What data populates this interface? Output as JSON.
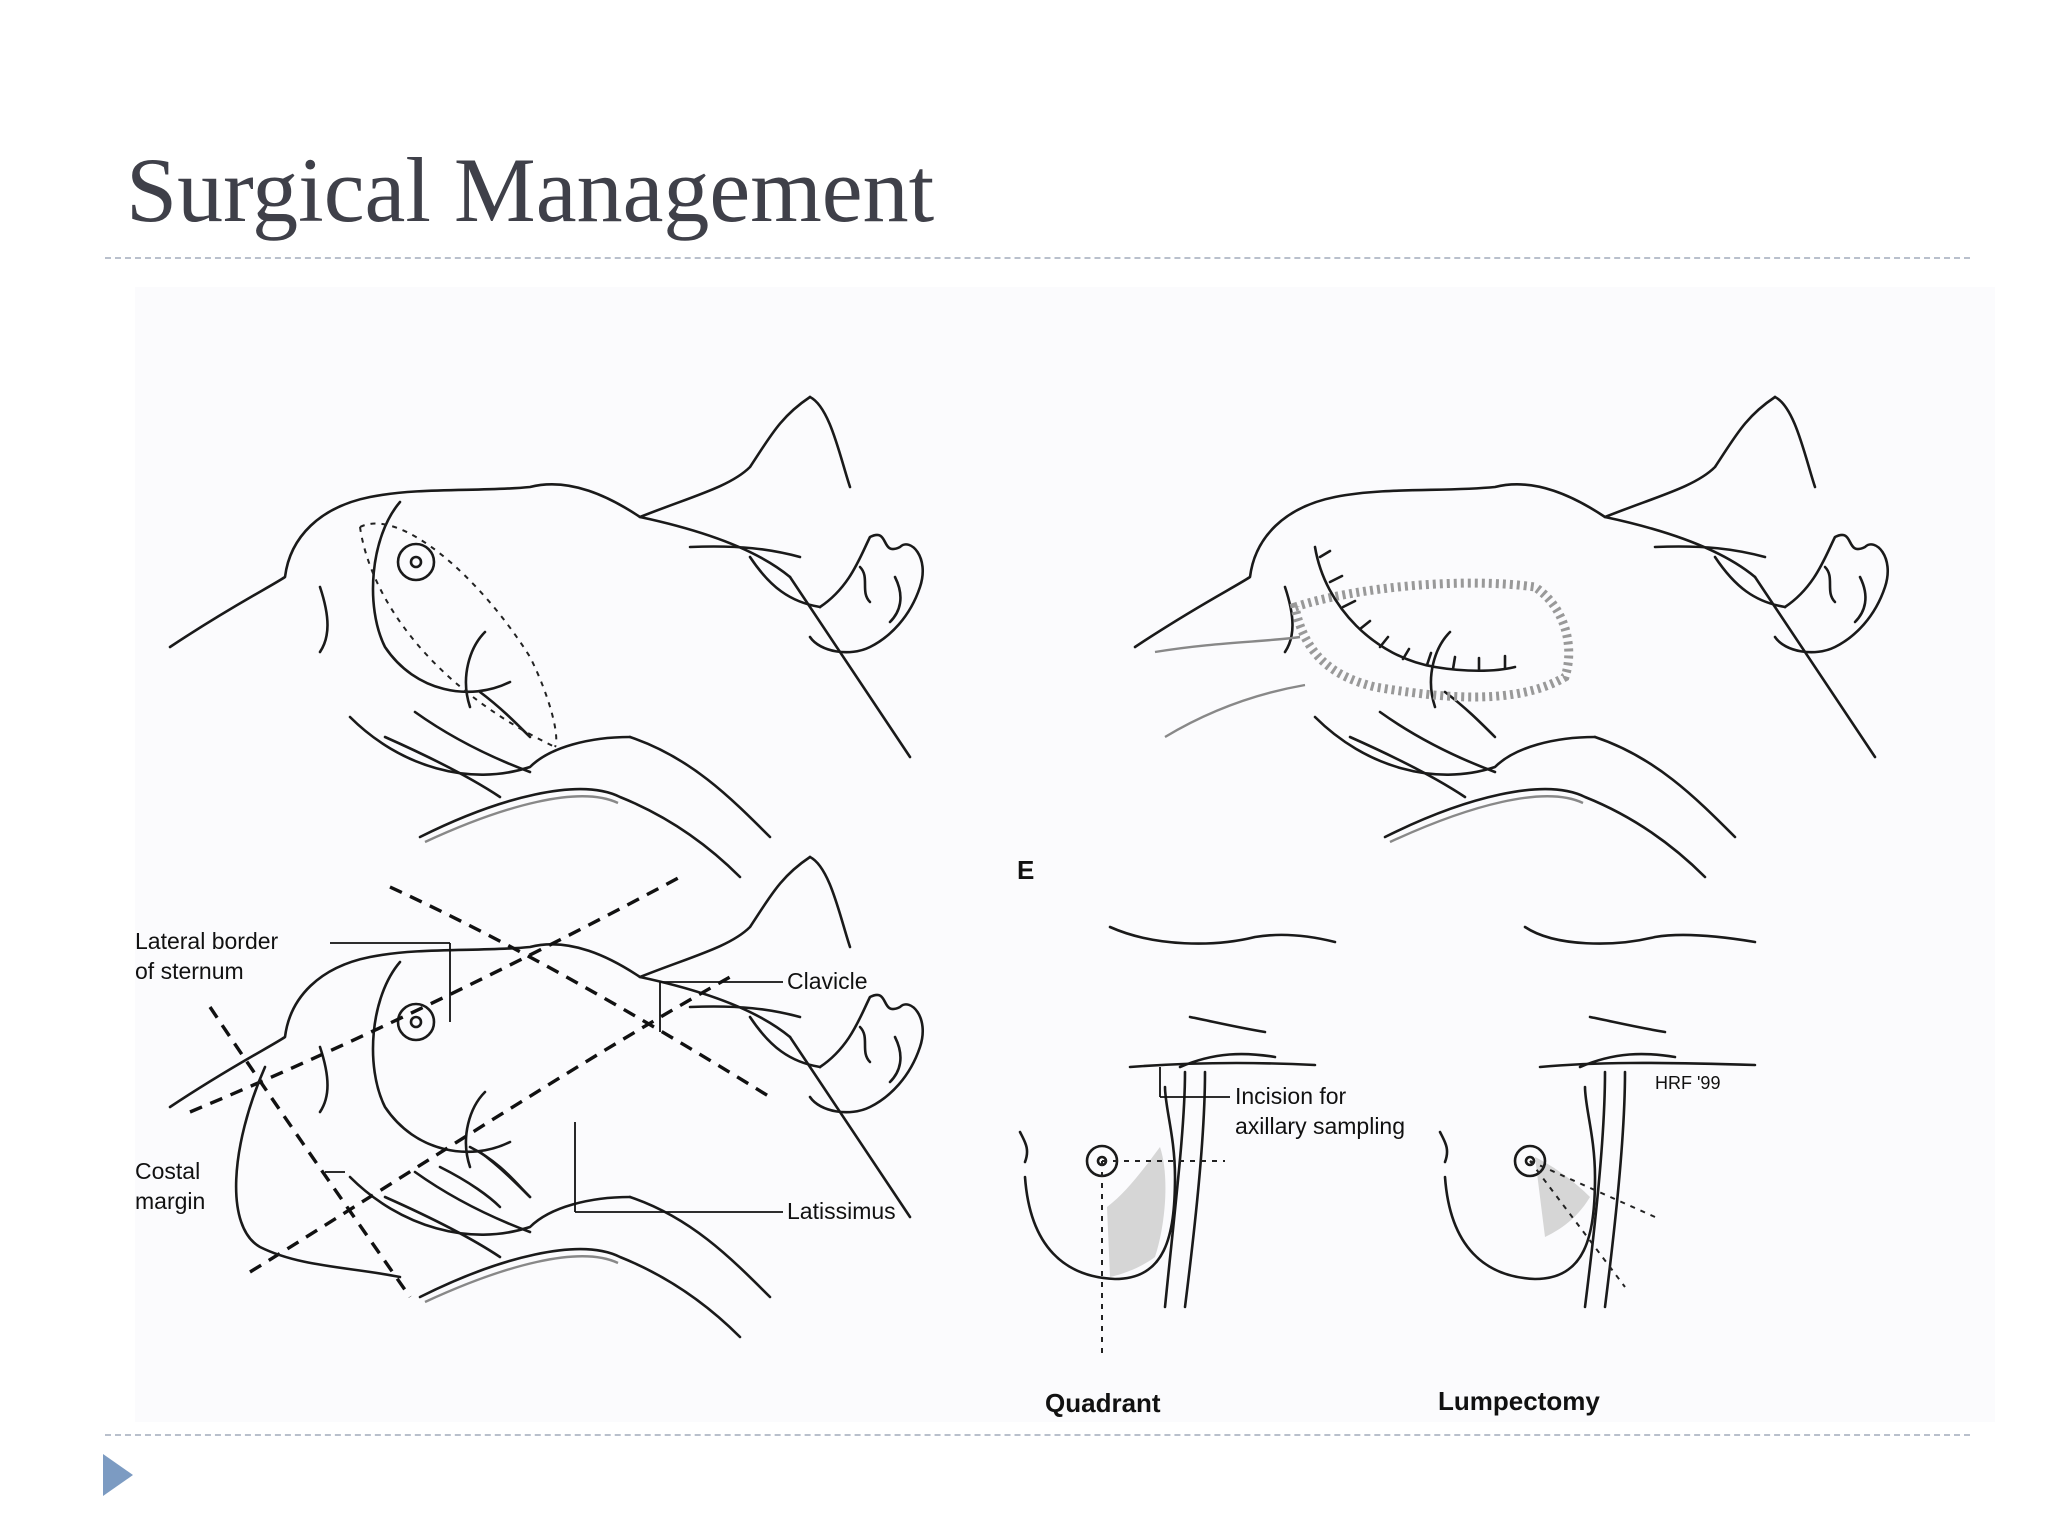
{
  "title": "Surgical Management",
  "figure": {
    "panel_letter": "E",
    "labels": {
      "lateral_border": [
        "Lateral border",
        "of sternum"
      ],
      "clavicle": "Clavicle",
      "costal_margin": [
        "Costal",
        "margin"
      ],
      "latissimus": "Latissimus",
      "incision": [
        "Incision for",
        "axillary sampling"
      ],
      "artist_mark": "HRF '99"
    },
    "captions": {
      "quadrant": "Quadrant",
      "lumpectomy": "Lumpectomy"
    }
  }
}
